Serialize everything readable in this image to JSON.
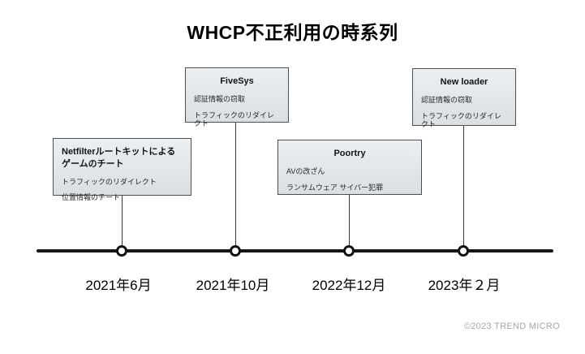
{
  "title": "WHCP不正利用の時系列",
  "footer": "©2023 TREND MICRO",
  "milestones": [
    {
      "date": "2021年6月",
      "title": "Netfilterルートキットによる\nゲームのチート",
      "items": [
        "トラフィックのリダイレクト",
        "位置情報のチート"
      ]
    },
    {
      "date": "2021年10月",
      "title": "FiveSys",
      "items": [
        "認証情報の窃取",
        "トラフィックのリダイレクト"
      ]
    },
    {
      "date": "2022年12月",
      "title": "Poortry",
      "items": [
        "AVの改ざん",
        "ランサムウェア サイバー犯罪"
      ]
    },
    {
      "date": "2023年２月",
      "title": "New loader",
      "items": [
        "認証情報の窃取",
        "トラフィックのリダイレクト"
      ]
    }
  ]
}
